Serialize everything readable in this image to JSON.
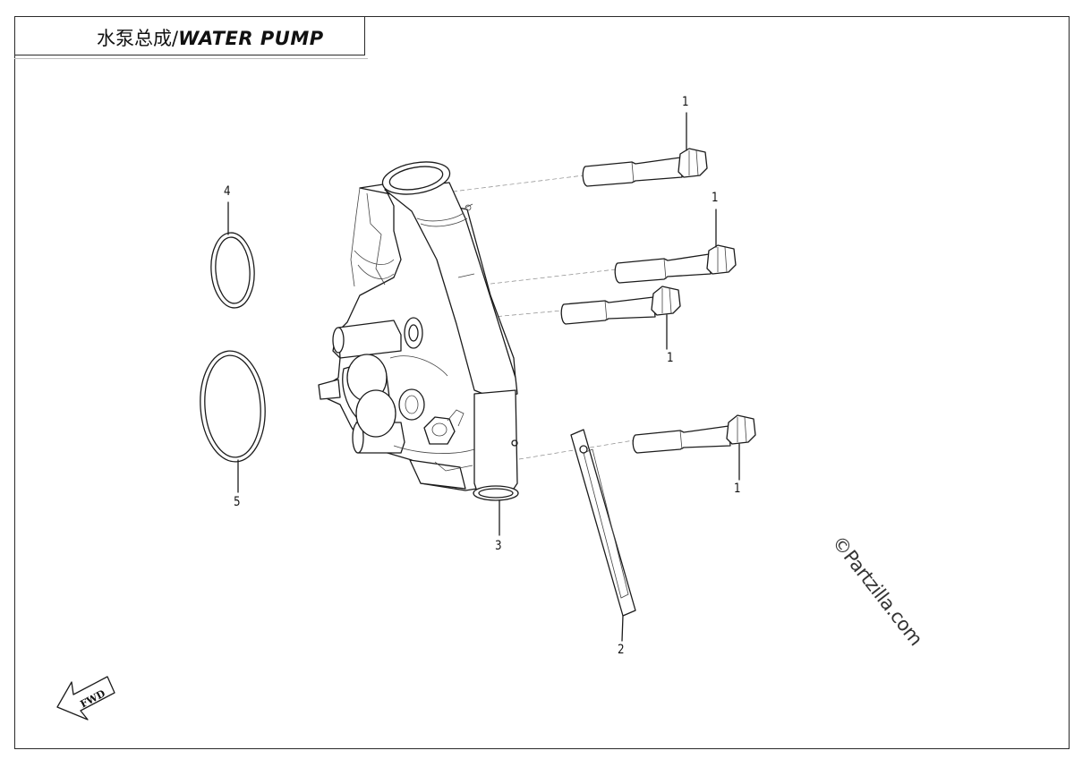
{
  "title": {
    "zh": "水泵总成/",
    "en": "WATER PUMP"
  },
  "callouts": {
    "bolt_top": "1",
    "bolt_upper_right": "1",
    "bolt_middle": "1",
    "bolt_lower": "1",
    "gasket_strip": "2",
    "pump_body": "3",
    "small_o_ring": "4",
    "large_o_ring": "5"
  },
  "fwd_label": "FWD",
  "watermark": "©Partzilla.com"
}
